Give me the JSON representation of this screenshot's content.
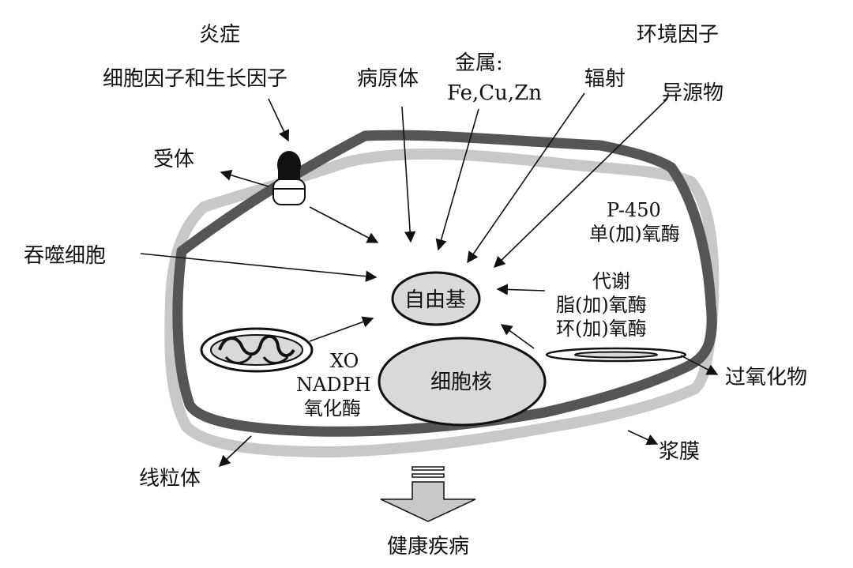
{
  "labels": {
    "inflammation": "炎症",
    "environmental_factors": "环境因子",
    "cytokines_growth_factors": "细胞因子和生长因子",
    "pathogen": "病原体",
    "metals_title": "金属:",
    "metals_list": "Fe,Cu,Zn",
    "radiation": "辐射",
    "xenobiotics": "异源物",
    "receptor": "受体",
    "p450_line1": "P-450",
    "p450_line2": "单(加)氧酶",
    "phagocyte": "吞噬细胞",
    "free_radical": "自由基",
    "metabolism_line1": "代谢",
    "metabolism_line2": "脂(加)氧酶",
    "metabolism_line3": "环(加)氧酶",
    "xo": "XO",
    "nadph": "NADPH",
    "oxidase": "氧化酶",
    "nucleus": "细胞核",
    "peroxide": "过氧化物",
    "mitochondria": "线粒体",
    "plasma_membrane": "浆膜",
    "healthy_disease": "健康疾病"
  },
  "colors": {
    "membrane_outer": "#555555",
    "membrane_shadow": "#c8c8c8",
    "organelle_fill": "#d9d9d9",
    "stroke": "#111111"
  }
}
